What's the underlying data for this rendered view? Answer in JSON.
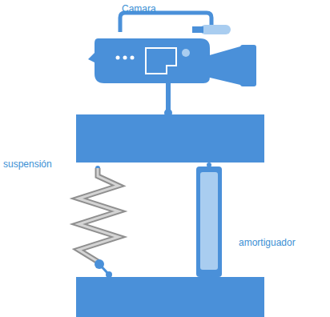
{
  "diagram": {
    "labels": [
      "Camara",
      "suspensión",
      "amortiguador"
    ]
  }
}
